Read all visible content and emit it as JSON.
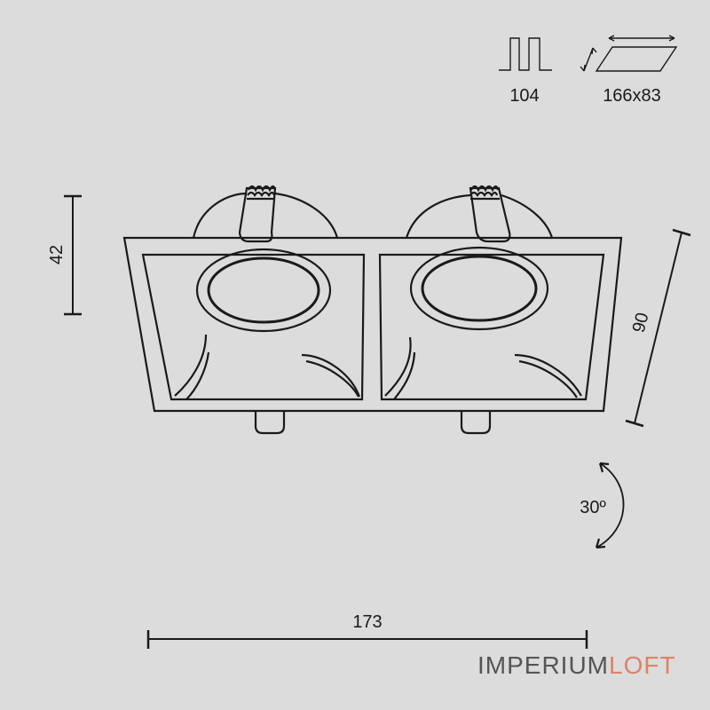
{
  "icons": {
    "cutout_depth_icon": "recessed-depth-icon",
    "cutout_size_icon": "cutout-parallelogram-icon"
  },
  "specs": {
    "depth": "104",
    "cutout": "166x83"
  },
  "dimensions": {
    "height_left": "42",
    "depth_right": "90",
    "width_bottom": "173",
    "tilt": "30º"
  },
  "brand": {
    "part1": "IMPERIUM",
    "part2": "LOFT",
    "accent_color": "#e0806b"
  },
  "colors": {
    "background": "#dcdcdc",
    "line": "#1a1a1a"
  }
}
